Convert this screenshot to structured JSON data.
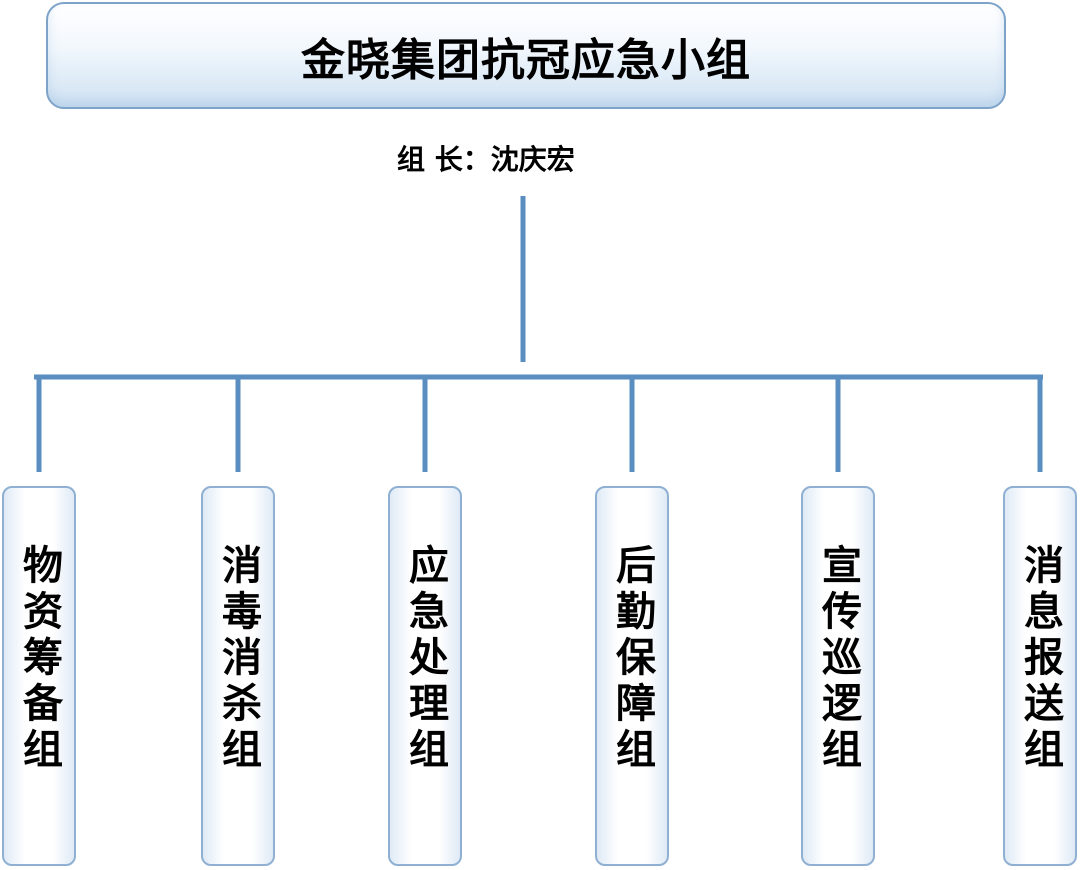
{
  "title": "金晓集团抗冠应急小组",
  "leader": {
    "label": "组 长：",
    "name": "沈庆宏"
  },
  "groups": [
    {
      "label": "物资筹备组"
    },
    {
      "label": "消毒消杀组"
    },
    {
      "label": "应急处理组"
    },
    {
      "label": "后勤保障组"
    },
    {
      "label": "宣传巡逻组"
    },
    {
      "label": "消息报送组"
    }
  ],
  "colors": {
    "connector": "#5b8ec0",
    "box_border": "#8fb0d2",
    "title_border": "#7ea3c9"
  }
}
